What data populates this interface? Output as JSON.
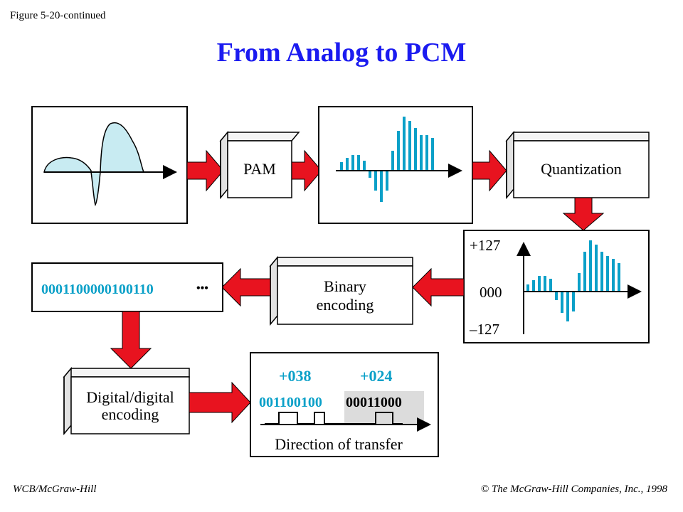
{
  "figure_label": "Figure 5-20-continued",
  "title": "From Analog to PCM",
  "stages": {
    "pam": "PAM",
    "quantization": "Quantization",
    "binary_encoding_line1": "Binary",
    "binary_encoding_line2": "encoding",
    "digital_encoding_line1": "Digital/digital",
    "digital_encoding_line2": "encoding"
  },
  "quantized": {
    "max_label": "+127",
    "zero_label": "000",
    "min_label": "–127"
  },
  "binary_stream": {
    "bits": "0001100000100110",
    "ellipsis": "•••"
  },
  "transfer": {
    "value_1": "+038",
    "value_2": "+024",
    "bits_1": "00110010",
    "bits_2": "0",
    "bits_3": "00011000",
    "direction_label": "Direction of transfer"
  },
  "colors": {
    "title": "#1b1bf0",
    "accent_cyan": "#0aa0c8",
    "arrow_red": "#e8131f",
    "wave_fill": "#c8ebf2"
  },
  "footer": {
    "left": "WCB/McGraw-Hill",
    "right": "© The McGraw-Hill Companies, Inc., 1998"
  }
}
